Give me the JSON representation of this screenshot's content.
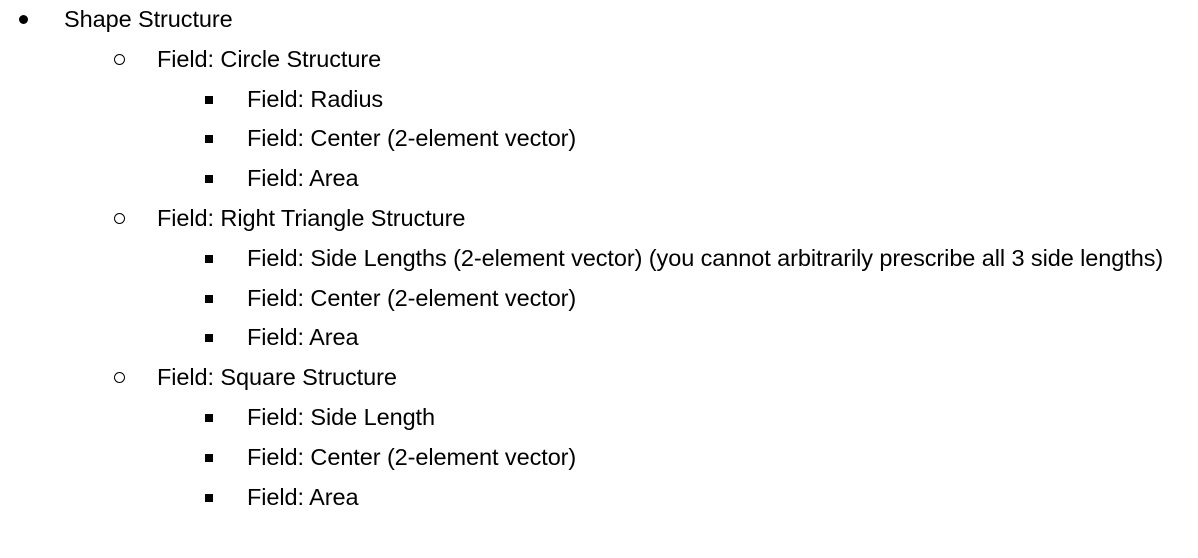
{
  "document": {
    "background_color": "#ffffff",
    "text_color": "#000000",
    "outline": [
      {
        "level": 1,
        "bullet": "filled-disc-bullet",
        "text": "Shape Structure"
      },
      {
        "level": 2,
        "bullet": "hollow-circle-bullet",
        "text": "Field: Circle Structure"
      },
      {
        "level": 3,
        "bullet": "filled-square-bullet",
        "text": "Field: Radius"
      },
      {
        "level": 3,
        "bullet": "filled-square-bullet",
        "text": "Field: Center (2-element vector)"
      },
      {
        "level": 3,
        "bullet": "filled-square-bullet",
        "text": "Field: Area"
      },
      {
        "level": 2,
        "bullet": "hollow-circle-bullet",
        "text": "Field: Right Triangle Structure"
      },
      {
        "level": 3,
        "bullet": "filled-square-bullet",
        "text": "Field: Side Lengths (2-element vector) (you cannot arbitrarily prescribe all 3 side lengths)"
      },
      {
        "level": 3,
        "bullet": "filled-square-bullet",
        "text": "Field: Center (2-element vector)"
      },
      {
        "level": 3,
        "bullet": "filled-square-bullet",
        "text": "Field: Area"
      },
      {
        "level": 2,
        "bullet": "hollow-circle-bullet",
        "text": "Field: Square Structure"
      },
      {
        "level": 3,
        "bullet": "filled-square-bullet",
        "text": "Field: Side Length"
      },
      {
        "level": 3,
        "bullet": "filled-square-bullet",
        "text": "Field: Center (2-element vector)"
      },
      {
        "level": 3,
        "bullet": "filled-square-bullet",
        "text": "Field: Area"
      }
    ]
  }
}
